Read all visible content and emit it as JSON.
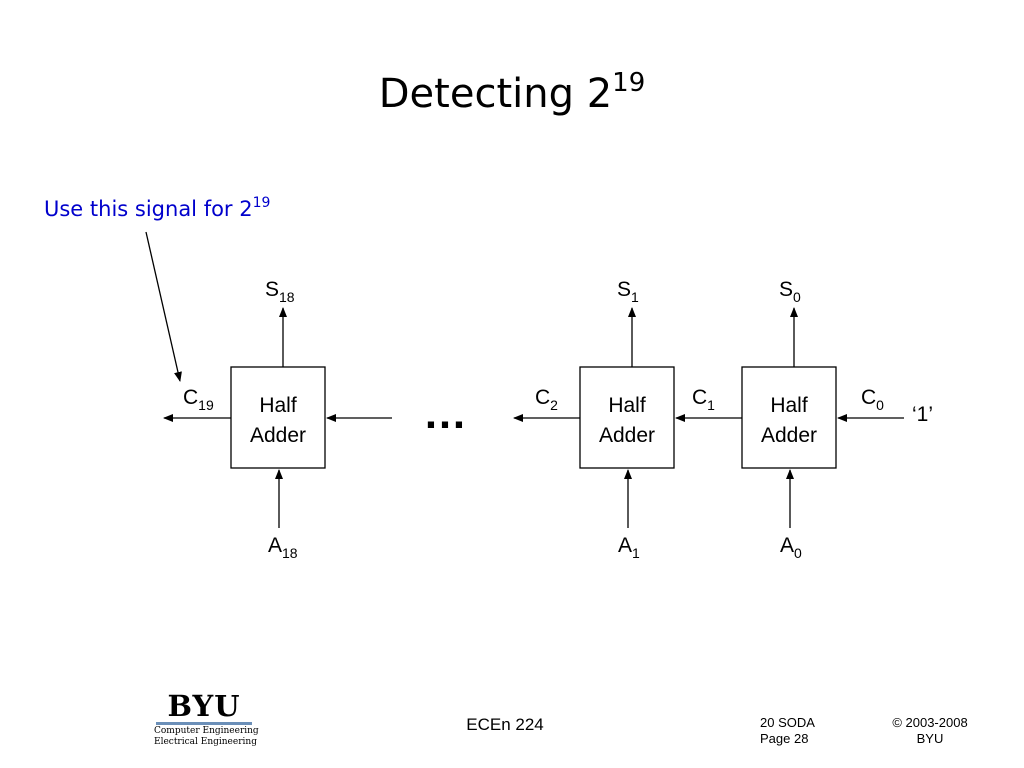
{
  "title": {
    "base": "Detecting 2",
    "exponent": "19"
  },
  "annotation": {
    "text": "Use this signal for 2",
    "exponent": "19",
    "color": "#0000cc"
  },
  "adders": [
    {
      "line1": "Half",
      "line2": "Adder",
      "sum": {
        "base": "S",
        "sub": "18"
      },
      "input": {
        "base": "A",
        "sub": "18"
      },
      "carry_out": {
        "base": "C",
        "sub": "19"
      }
    },
    {
      "line1": "Half",
      "line2": "Adder",
      "sum": {
        "base": "S",
        "sub": "1"
      },
      "input": {
        "base": "A",
        "sub": "1"
      },
      "carry_out": {
        "base": "C",
        "sub": "2"
      }
    },
    {
      "line1": "Half",
      "line2": "Adder",
      "sum": {
        "base": "S",
        "sub": "0"
      },
      "input": {
        "base": "A",
        "sub": "0"
      },
      "carry_out": {
        "base": "C",
        "sub": "1"
      }
    }
  ],
  "carry_in": {
    "base": "C",
    "sub": "0"
  },
  "constant_input": "‘1’",
  "ellipsis": "…",
  "footer": {
    "logo": {
      "word": "BYU",
      "line1": "Computer Engineering",
      "line2": "Electrical Engineering"
    },
    "course": "ECEn 224",
    "lecture": "20 SODA",
    "page": "Page 28",
    "copyright": "© 2003-2008",
    "org": "BYU"
  }
}
